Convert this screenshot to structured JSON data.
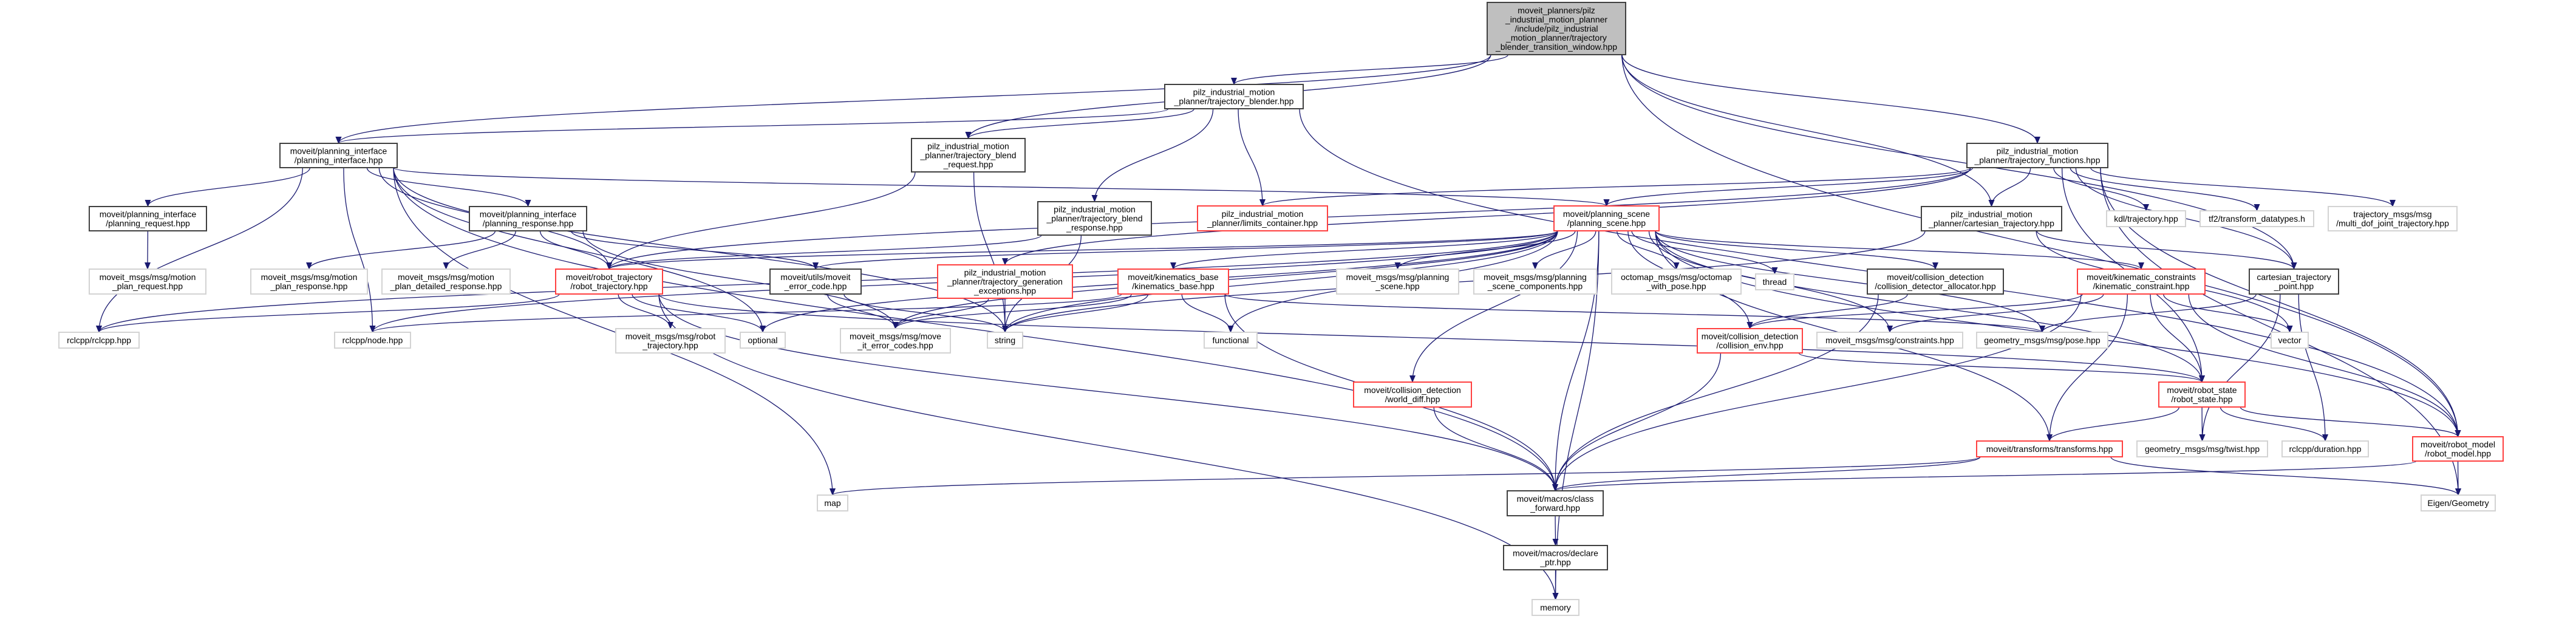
{
  "colors": {
    "edge": "#191970",
    "root_fill": "#bfbfbf",
    "root_border": "#404040",
    "local_border": "#404040",
    "incomplete_border": "#ff4040",
    "external_border": "#d3d3d3"
  },
  "nodes": [
    {
      "id": "root",
      "style": "root",
      "label": [
        "moveit_planners/pilz",
        "_industrial_motion_planner",
        "/include/pilz_industrial",
        "_motion_planner/trajectory",
        "_blender_transition_window.hpp"
      ]
    },
    {
      "id": "blender",
      "style": "local",
      "label": [
        "pilz_industrial_motion",
        "_planner/trajectory_blender.hpp"
      ]
    },
    {
      "id": "pi",
      "style": "local",
      "label": [
        "moveit/planning_interface",
        "/planning_interface.hpp"
      ]
    },
    {
      "id": "breq",
      "style": "local",
      "label": [
        "pilz_industrial_motion",
        "_planner/trajectory_blend",
        "_request.hpp"
      ]
    },
    {
      "id": "tfun",
      "style": "local",
      "label": [
        "pilz_industrial_motion",
        "_planner/trajectory_functions.hpp"
      ]
    },
    {
      "id": "preq",
      "style": "local",
      "label": [
        "moveit/planning_interface",
        "/planning_request.hpp"
      ]
    },
    {
      "id": "pres",
      "style": "local",
      "label": [
        "moveit/planning_interface",
        "/planning_response.hpp"
      ]
    },
    {
      "id": "bres",
      "style": "local",
      "label": [
        "pilz_industrial_motion",
        "_planner/trajectory_blend",
        "_response.hpp"
      ]
    },
    {
      "id": "limits",
      "style": "incomplete",
      "label": [
        "pilz_industrial_motion",
        "_planner/limits_container.hpp"
      ]
    },
    {
      "id": "ps",
      "style": "incomplete",
      "label": [
        "moveit/planning_scene",
        "/planning_scene.hpp"
      ]
    },
    {
      "id": "cart",
      "style": "local",
      "label": [
        "pilz_industrial_motion",
        "_planner/cartesian_trajectory.hpp"
      ]
    },
    {
      "id": "kdl",
      "style": "external",
      "label": [
        "kdl/trajectory.hpp"
      ]
    },
    {
      "id": "tf2",
      "style": "external",
      "label": [
        "tf2/transform_datatypes.h"
      ]
    },
    {
      "id": "mdof",
      "style": "external",
      "label": [
        "trajectory_msgs/msg",
        "/multi_dof_joint_trajectory.hpp"
      ]
    },
    {
      "id": "mpreq",
      "style": "external",
      "label": [
        "moveit_msgs/msg/motion",
        "_plan_request.hpp"
      ]
    },
    {
      "id": "mpres",
      "style": "external",
      "label": [
        "moveit_msgs/msg/motion",
        "_plan_response.hpp"
      ]
    },
    {
      "id": "mpdres",
      "style": "external",
      "label": [
        "moveit_msgs/msg/motion",
        "_plan_detailed_response.hpp"
      ]
    },
    {
      "id": "rt",
      "style": "incomplete",
      "label": [
        "moveit/robot_trajectory",
        "/robot_trajectory.hpp"
      ]
    },
    {
      "id": "mec",
      "style": "local",
      "label": [
        "moveit/utils/moveit",
        "_error_code.hpp"
      ]
    },
    {
      "id": "tge",
      "style": "incomplete",
      "label": [
        "pilz_industrial_motion",
        "_planner/trajectory_generation",
        "_exceptions.hpp"
      ]
    },
    {
      "id": "kb",
      "style": "incomplete",
      "label": [
        "moveit/kinematics_base",
        "/kinematics_base.hpp"
      ]
    },
    {
      "id": "psmsg",
      "style": "external",
      "label": [
        "moveit_msgs/msg/planning",
        "_scene.hpp"
      ]
    },
    {
      "id": "pscomp",
      "style": "external",
      "label": [
        "moveit_msgs/msg/planning",
        "_scene_components.hpp"
      ]
    },
    {
      "id": "octo",
      "style": "external",
      "label": [
        "octomap_msgs/msg/octomap",
        "_with_pose.hpp"
      ]
    },
    {
      "id": "thread",
      "style": "external",
      "label": [
        "thread"
      ]
    },
    {
      "id": "cda",
      "style": "local",
      "label": [
        "moveit/collision_detection",
        "/collision_detector_allocator.hpp"
      ]
    },
    {
      "id": "kc",
      "style": "incomplete",
      "label": [
        "moveit/kinematic_constraints",
        "/kinematic_constraint.hpp"
      ]
    },
    {
      "id": "ctp",
      "style": "local",
      "label": [
        "cartesian_trajectory",
        "_point.hpp"
      ]
    },
    {
      "id": "rclcpp",
      "style": "external",
      "label": [
        "rclcpp/rclcpp.hpp"
      ]
    },
    {
      "id": "node",
      "style": "external",
      "label": [
        "rclcpp/node.hpp"
      ]
    },
    {
      "id": "mrt",
      "style": "external",
      "label": [
        "moveit_msgs/msg/robot",
        "_trajectory.hpp"
      ]
    },
    {
      "id": "optional",
      "style": "external",
      "label": [
        "optional"
      ]
    },
    {
      "id": "miec",
      "style": "external",
      "label": [
        "moveit_msgs/msg/move",
        "_it_error_codes.hpp"
      ]
    },
    {
      "id": "string",
      "style": "external",
      "label": [
        "string"
      ]
    },
    {
      "id": "functional",
      "style": "external",
      "label": [
        "functional"
      ]
    },
    {
      "id": "cenv",
      "style": "incomplete",
      "label": [
        "moveit/collision_detection",
        "/collision_env.hpp"
      ]
    },
    {
      "id": "constraints",
      "style": "external",
      "label": [
        "moveit_msgs/msg/constraints.hpp"
      ]
    },
    {
      "id": "pose",
      "style": "external",
      "label": [
        "geometry_msgs/msg/pose.hpp"
      ]
    },
    {
      "id": "vector",
      "style": "external",
      "label": [
        "vector"
      ]
    },
    {
      "id": "wd",
      "style": "incomplete",
      "label": [
        "moveit/collision_detection",
        "/world_diff.hpp"
      ]
    },
    {
      "id": "rs",
      "style": "incomplete",
      "label": [
        "moveit/robot_state",
        "/robot_state.hpp"
      ]
    },
    {
      "id": "tr",
      "style": "incomplete",
      "label": [
        "moveit/transforms/transforms.hpp"
      ]
    },
    {
      "id": "twist",
      "style": "external",
      "label": [
        "geometry_msgs/msg/twist.hpp"
      ]
    },
    {
      "id": "duration",
      "style": "external",
      "label": [
        "rclcpp/duration.hpp"
      ]
    },
    {
      "id": "rm",
      "style": "incomplete",
      "label": [
        "moveit/robot_model",
        "/robot_model.hpp"
      ]
    },
    {
      "id": "map",
      "style": "external",
      "label": [
        "map"
      ]
    },
    {
      "id": "cf",
      "style": "local",
      "label": [
        "moveit/macros/class",
        "_forward.hpp"
      ]
    },
    {
      "id": "eigen",
      "style": "external",
      "label": [
        "Eigen/Geometry"
      ]
    },
    {
      "id": "dp",
      "style": "local",
      "label": [
        "moveit/macros/declare",
        "_ptr.hpp"
      ]
    },
    {
      "id": "memory",
      "style": "external",
      "label": [
        "memory"
      ]
    }
  ],
  "edges": [
    [
      "root",
      "pi"
    ],
    [
      "root",
      "breq"
    ],
    [
      "root",
      "blender"
    ],
    [
      "root",
      "tfun"
    ],
    [
      "root",
      "cart"
    ],
    [
      "root",
      "rm"
    ],
    [
      "root",
      "ctp"
    ],
    [
      "blender",
      "pi"
    ],
    [
      "blender",
      "breq"
    ],
    [
      "blender",
      "bres"
    ],
    [
      "blender",
      "limits"
    ],
    [
      "blender",
      "rm"
    ],
    [
      "breq",
      "rt"
    ],
    [
      "breq",
      "string"
    ],
    [
      "bres",
      "rt"
    ],
    [
      "bres",
      "string"
    ],
    [
      "pi",
      "preq"
    ],
    [
      "pi",
      "pres"
    ],
    [
      "pi",
      "ps"
    ],
    [
      "pi",
      "rt"
    ],
    [
      "pi",
      "rclcpp"
    ],
    [
      "pi",
      "node"
    ],
    [
      "pi",
      "map"
    ],
    [
      "pi",
      "cf"
    ],
    [
      "pi",
      "string"
    ],
    [
      "pi",
      "optional"
    ],
    [
      "preq",
      "mpreq"
    ],
    [
      "pres",
      "mpres"
    ],
    [
      "pres",
      "mpdres"
    ],
    [
      "pres",
      "rt"
    ],
    [
      "pres",
      "mec"
    ],
    [
      "pres",
      "miec"
    ],
    [
      "rt",
      "mrt"
    ],
    [
      "rt",
      "optional"
    ],
    [
      "rt",
      "rclcpp"
    ],
    [
      "rt",
      "cf"
    ],
    [
      "rt",
      "memory"
    ],
    [
      "rt",
      "rs"
    ],
    [
      "mec",
      "miec"
    ],
    [
      "mec",
      "string"
    ],
    [
      "tfun",
      "ps"
    ],
    [
      "tfun",
      "limits"
    ],
    [
      "tfun",
      "cart"
    ],
    [
      "tfun",
      "kdl"
    ],
    [
      "tfun",
      "tf2"
    ],
    [
      "tfun",
      "mdof"
    ],
    [
      "tfun",
      "rt"
    ],
    [
      "tfun",
      "tge"
    ],
    [
      "tfun",
      "rm"
    ],
    [
      "tfun",
      "eigen"
    ],
    [
      "tfun",
      "rs"
    ],
    [
      "tfun",
      "ctp"
    ],
    [
      "cart",
      "ctp"
    ],
    [
      "cart",
      "string"
    ],
    [
      "cart",
      "vector"
    ],
    [
      "ctp",
      "twist"
    ],
    [
      "ctp",
      "duration"
    ],
    [
      "ctp",
      "pose"
    ],
    [
      "ps",
      "rt"
    ],
    [
      "ps",
      "kb"
    ],
    [
      "ps",
      "psmsg"
    ],
    [
      "ps",
      "pscomp"
    ],
    [
      "ps",
      "octo"
    ],
    [
      "ps",
      "thread"
    ],
    [
      "ps",
      "cda"
    ],
    [
      "ps",
      "kc"
    ],
    [
      "ps",
      "wd"
    ],
    [
      "ps",
      "cf"
    ],
    [
      "ps",
      "cenv"
    ],
    [
      "ps",
      "constraints"
    ],
    [
      "ps",
      "pose"
    ],
    [
      "ps",
      "functional"
    ],
    [
      "ps",
      "string"
    ],
    [
      "ps",
      "rs"
    ],
    [
      "ps",
      "rm"
    ],
    [
      "ps",
      "tr"
    ],
    [
      "ps",
      "memory"
    ],
    [
      "ps",
      "node"
    ],
    [
      "ps",
      "optional"
    ],
    [
      "ps",
      "miec"
    ],
    [
      "ps",
      "mec"
    ],
    [
      "ps",
      "rclcpp"
    ],
    [
      "tge",
      "miec"
    ],
    [
      "tge",
      "string"
    ],
    [
      "kb",
      "string"
    ],
    [
      "kb",
      "functional"
    ],
    [
      "kb",
      "node"
    ],
    [
      "kb",
      "cf"
    ],
    [
      "kb",
      "pose"
    ],
    [
      "kb",
      "miec"
    ],
    [
      "cda",
      "cenv"
    ],
    [
      "cda",
      "cf"
    ],
    [
      "kc",
      "cenv"
    ],
    [
      "kc",
      "constraints"
    ],
    [
      "kc",
      "vector"
    ],
    [
      "kc",
      "rs"
    ],
    [
      "kc",
      "rm"
    ],
    [
      "kc",
      "tr"
    ],
    [
      "kc",
      "cf"
    ],
    [
      "cenv",
      "rs"
    ],
    [
      "cenv",
      "cf"
    ],
    [
      "wd",
      "cf"
    ],
    [
      "rs",
      "tr"
    ],
    [
      "rs",
      "twist"
    ],
    [
      "rs",
      "duration"
    ],
    [
      "rs",
      "rm"
    ],
    [
      "tr",
      "map"
    ],
    [
      "tr",
      "cf"
    ],
    [
      "tr",
      "eigen"
    ],
    [
      "rm",
      "cf"
    ],
    [
      "rm",
      "eigen"
    ],
    [
      "cf",
      "dp"
    ],
    [
      "dp",
      "memory"
    ]
  ]
}
